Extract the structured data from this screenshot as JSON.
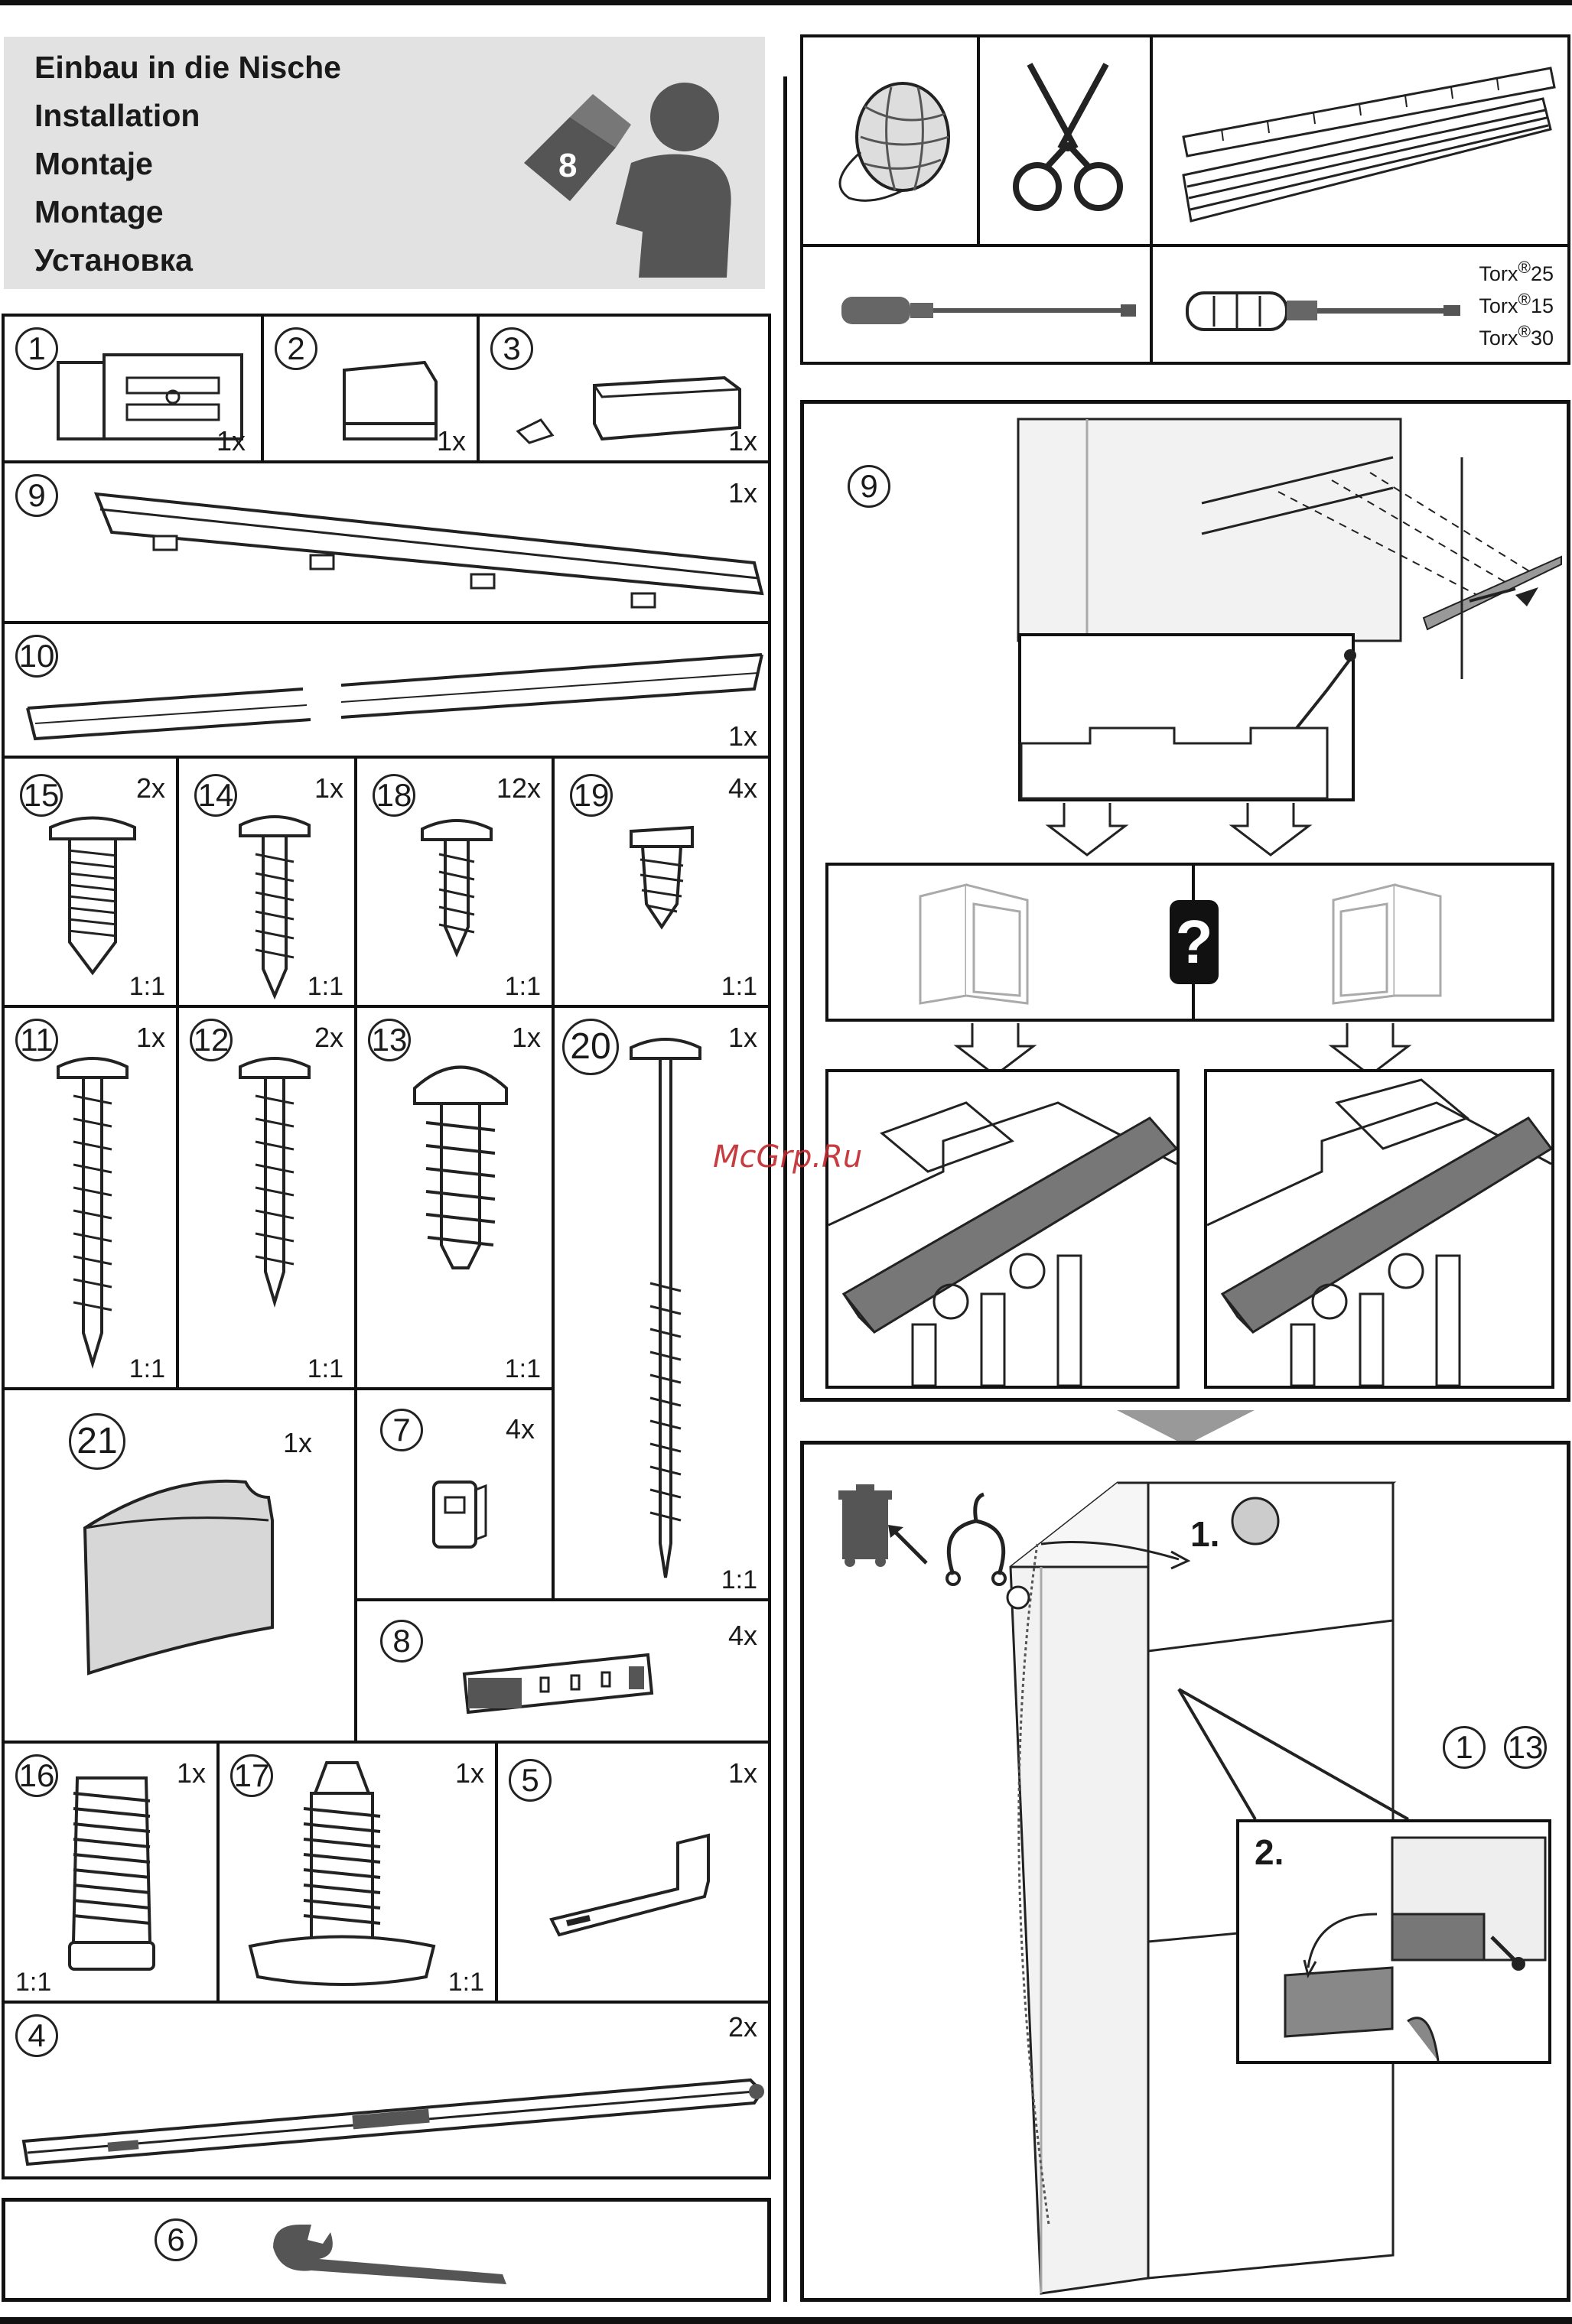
{
  "titles": [
    "Einbau in die Nische",
    "Installation",
    "Montaje",
    "Montage",
    "Установка"
  ],
  "parts": {
    "p1": {
      "num": "1",
      "qty": "1x"
    },
    "p2": {
      "num": "2",
      "qty": "1x"
    },
    "p3": {
      "num": "3",
      "qty": "1x"
    },
    "p9": {
      "num": "9",
      "qty": "1x"
    },
    "p10": {
      "num": "10",
      "qty": "1x"
    },
    "p15": {
      "num": "15",
      "qty": "2x",
      "scale": "1:1"
    },
    "p14": {
      "num": "14",
      "qty": "1x",
      "scale": "1:1"
    },
    "p18": {
      "num": "18",
      "qty": "12x",
      "scale": "1:1"
    },
    "p19": {
      "num": "19",
      "qty": "4x",
      "scale": "1:1"
    },
    "p11": {
      "num": "11",
      "qty": "1x",
      "scale": "1:1"
    },
    "p12": {
      "num": "12",
      "qty": "2x",
      "scale": "1:1"
    },
    "p13": {
      "num": "13",
      "qty": "1x",
      "scale": "1:1"
    },
    "p20": {
      "num": "20",
      "qty": "1x",
      "scale": "1:1"
    },
    "p21": {
      "num": "21",
      "qty": "1x"
    },
    "p7": {
      "num": "7",
      "qty": "4x"
    },
    "p8": {
      "num": "8",
      "qty": "4x"
    },
    "p16": {
      "num": "16",
      "qty": "1x",
      "scale": "1:1"
    },
    "p17": {
      "num": "17",
      "qty": "1x",
      "scale": "1:1"
    },
    "p5": {
      "num": "5",
      "qty": "1x"
    },
    "p4": {
      "num": "4",
      "qty": "2x"
    },
    "p6": {
      "num": "6"
    }
  },
  "tools": {
    "torx": [
      {
        "label": "Torx",
        "sup": "®",
        "size": "25"
      },
      {
        "label": "Torx",
        "sup": "®",
        "size": "15"
      },
      {
        "label": "Torx",
        "sup": "®",
        "size": "30"
      }
    ]
  },
  "step9": {
    "num": "9",
    "question": "?"
  },
  "step_final": {
    "step1": "1.",
    "step2": "2.",
    "ref_a": "1",
    "ref_b": "13"
  },
  "watermark": "McGrp.Ru",
  "colors": {
    "panel_gray": "#e2e2e2",
    "icon_gray": "#555555",
    "accent_gray": "#8c8c8c"
  }
}
